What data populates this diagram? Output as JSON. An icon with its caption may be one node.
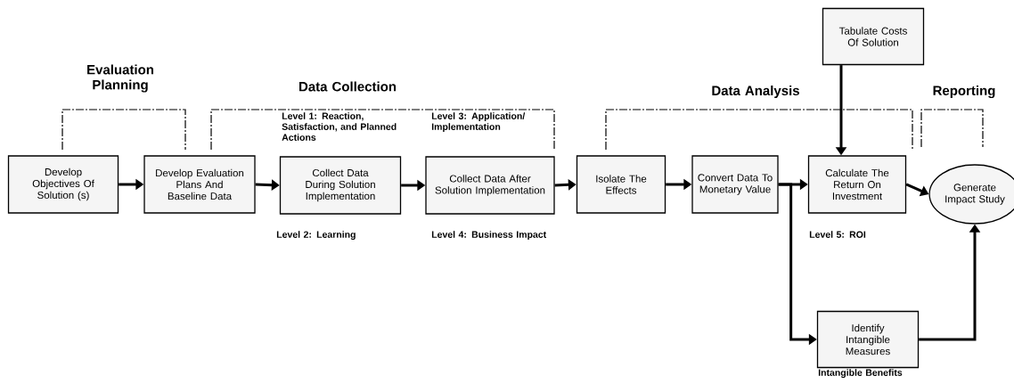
{
  "diagram": {
    "nodes": [
      {
        "text": [
          "Develop Objectives Of Solution (s)"
        ]
      },
      {
        "text": [
          "Develop Evaluation Plans And Baseline Data"
        ]
      },
      {
        "text": [
          "Collect Data During Solution Implementation"
        ],
        "beside": [
          "Level 1: Reaction, Satisfaction, and Planned Actions",
          "Level 2: Learning"
        ]
      },
      {
        "text": [
          "Collect Data After Solution Implementation"
        ],
        "beside": [
          "Level 3: Application/ Implementation",
          "Level 4: Business Impact"
        ]
      },
      {
        "text": [
          "Isolate The Effects"
        ]
      },
      {
        "text": [
          "Convert Data To Monetary Value"
        ]
      },
      {
        "text": [
          "Calculate The Return On Investment"
        ],
        "beside": [
          "Level 5: ROI"
        ]
      },
      {
        "text": [
          "Tabulate Costs Of Solution"
        ]
      },
      {
        "text": [
          "Generate Impact Study"
        ]
      },
      {
        "text": [
          "Identify Intangible Measures"
        ],
        "beside": [
          "Intangible Benefits"
        ]
      }
    ],
    "edges": [
      {
        "from": 0,
        "to": 1,
        "arrow": "to"
      },
      {
        "from": 1,
        "to": 2,
        "arrow": "to"
      },
      {
        "from": 2,
        "to": 3,
        "arrow": "to"
      },
      {
        "from": 3,
        "to": 4,
        "arrow": "to"
      },
      {
        "from": 4,
        "to": 5,
        "arrow": "to"
      },
      {
        "from": 5,
        "to": 6,
        "arrow": "to"
      },
      {
        "from": 7,
        "to": 6,
        "arrow": "to"
      },
      {
        "from": 6,
        "to": 8,
        "arrow": "to"
      },
      {
        "from": 5,
        "to": 9,
        "arrow": "to"
      },
      {
        "from": 9,
        "to": 8,
        "arrow": "to"
      }
    ],
    "labels": [
      "Evaluation Planning",
      "Data Collection",
      "Data Analysis",
      "Reporting"
    ]
  }
}
